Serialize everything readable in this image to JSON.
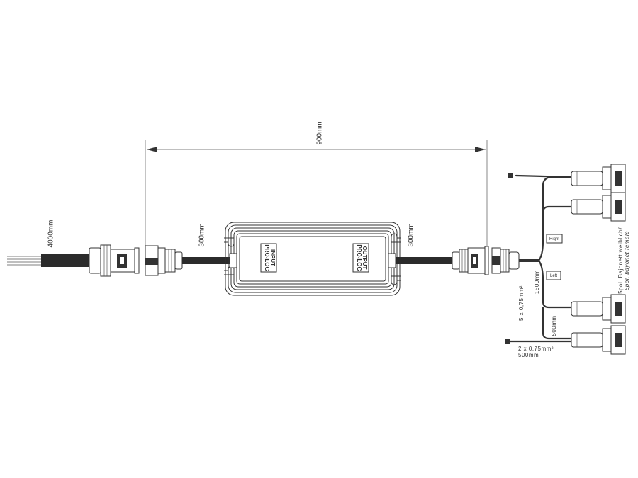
{
  "dimensions": {
    "overall_length": "900mm",
    "input_cable": "4000mm",
    "input_lead": "300mm",
    "output_lead": "300mm",
    "branch_length": "1500mm",
    "end_branch": "500mm"
  },
  "module": {
    "input_label_line1": "PRO-LOG",
    "input_label_line2": "INPUT",
    "output_label_line1": "PRO-LOG",
    "output_label_line2": "OUTPUT"
  },
  "branch_labels": {
    "right": "Right",
    "left": "Left"
  },
  "wire_spec_main": "5 x 0,75mm²",
  "wire_spec_aux_line1": "2 x 0,75mm²",
  "wire_spec_aux_line2": "500mm",
  "connector_note_line1": "5pol. Bajonett weiblich/",
  "connector_note_line2": "5pol. bayonet female"
}
